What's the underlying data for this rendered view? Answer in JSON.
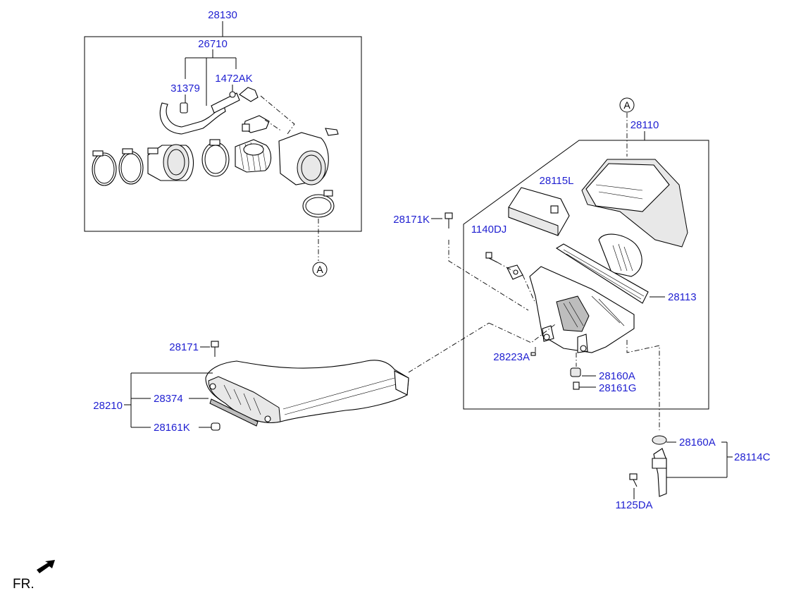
{
  "labels": {
    "l28130": "28130",
    "l26710": "26710",
    "l31379": "31379",
    "l1472AK": "1472AK",
    "circleA_top": "A",
    "circleA_bottom": "A",
    "l28110": "28110",
    "l28115L": "28115L",
    "l28171K_right": "28171K",
    "l1140DJ": "1140DJ",
    "l28113": "28113",
    "l28223A": "28223A",
    "l28160A_mid": "28160A",
    "l28161G": "28161G",
    "l28171": "28171",
    "l28374": "28374",
    "l28210": "28210",
    "l28161K": "28161K",
    "l28160A_low": "28160A",
    "l28114C": "28114C",
    "l1125DA": "1125DA",
    "front": "FR."
  },
  "colors": {
    "label": "#1f1fd1",
    "line": "#000000",
    "background": "#ffffff"
  },
  "icons": {
    "front_arrow": "arrow-front-icon"
  }
}
